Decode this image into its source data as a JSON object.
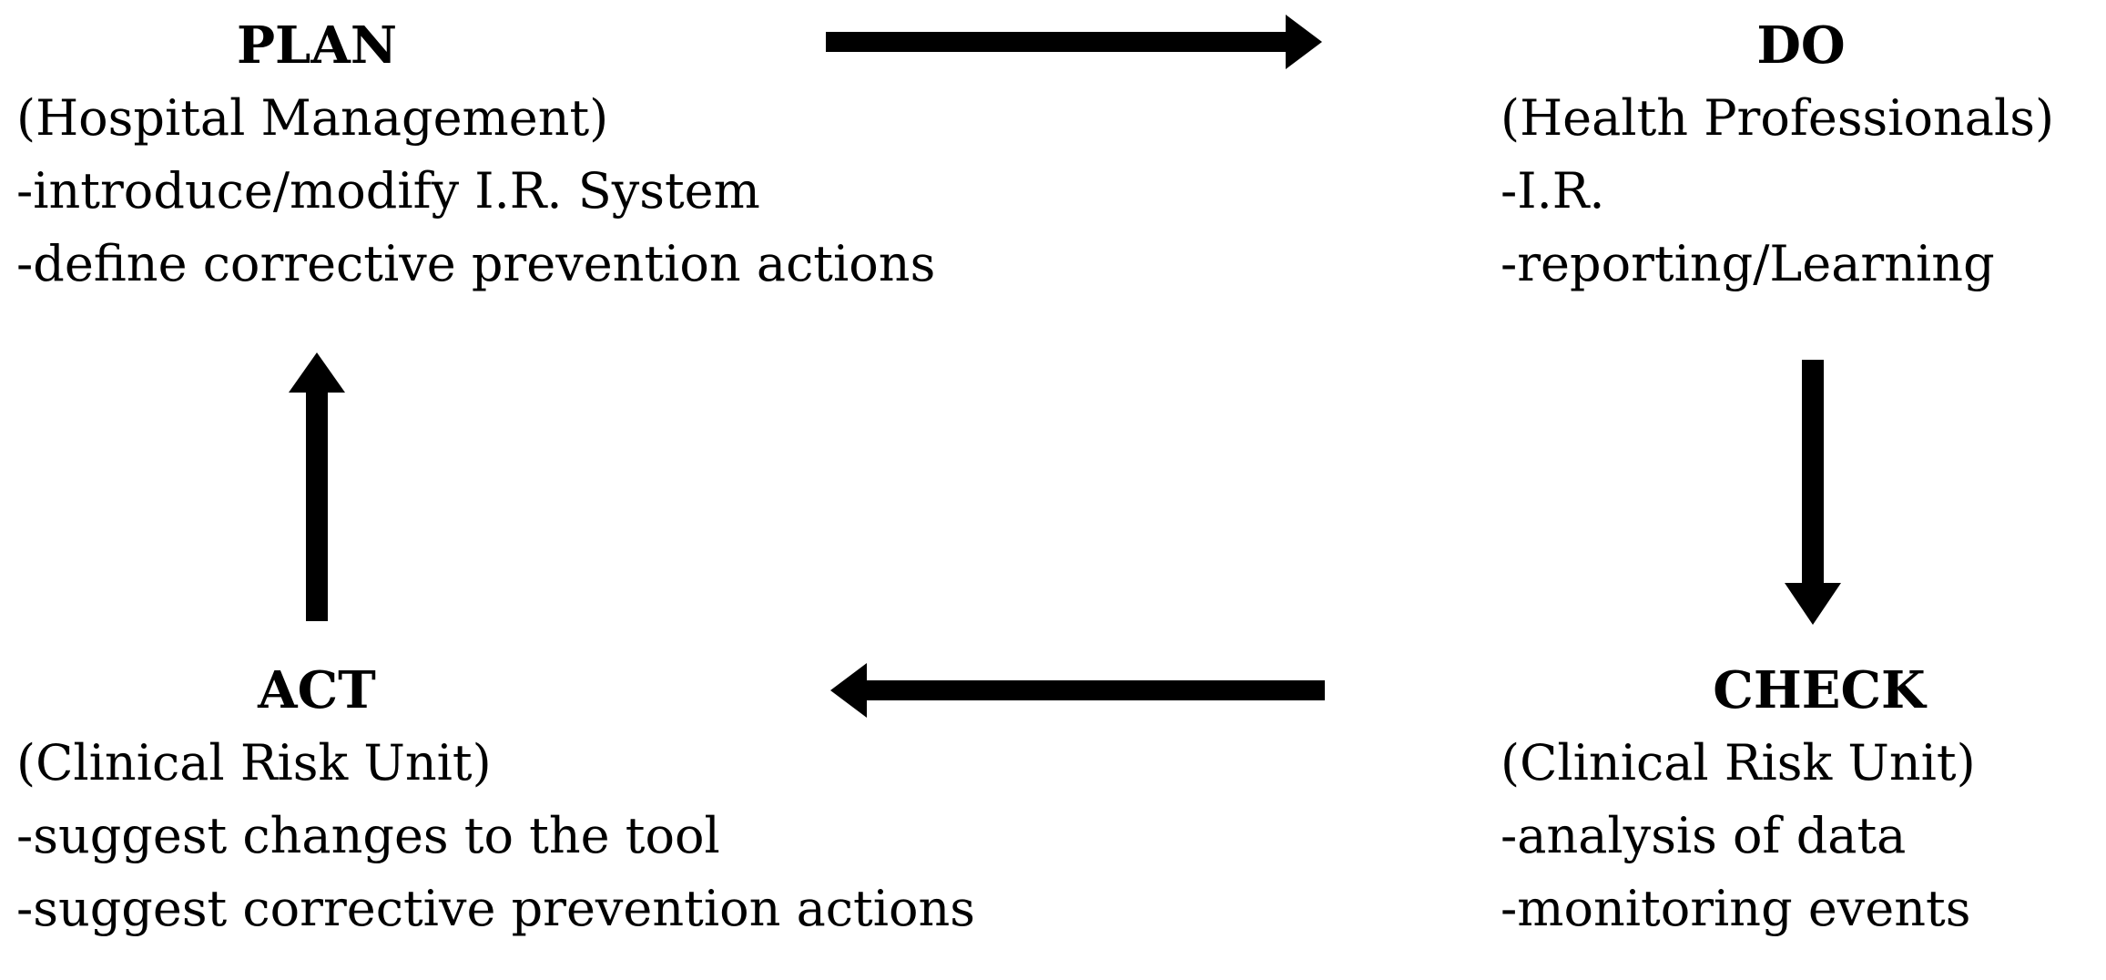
{
  "diagram": {
    "plan": {
      "title": "PLAN",
      "actor": "(Hospital Management)",
      "items": [
        "-introduce/modify I.R. System",
        "-define corrective prevention actions"
      ]
    },
    "do": {
      "title": "DO",
      "actor": "(Health Professionals)",
      "items": [
        "-I.R.",
        "-reporting/Learning"
      ]
    },
    "check": {
      "title": "CHECK",
      "actor": "(Clinical Risk Unit)",
      "items": [
        "-analysis of data",
        "-monitoring events"
      ]
    },
    "act": {
      "title": "ACT",
      "actor": "(Clinical Risk Unit)",
      "items": [
        "-suggest changes to the tool",
        "-suggest corrective prevention actions"
      ]
    },
    "colors": {
      "text": "#000000",
      "arrow": "#000000",
      "background": "#ffffff"
    }
  }
}
